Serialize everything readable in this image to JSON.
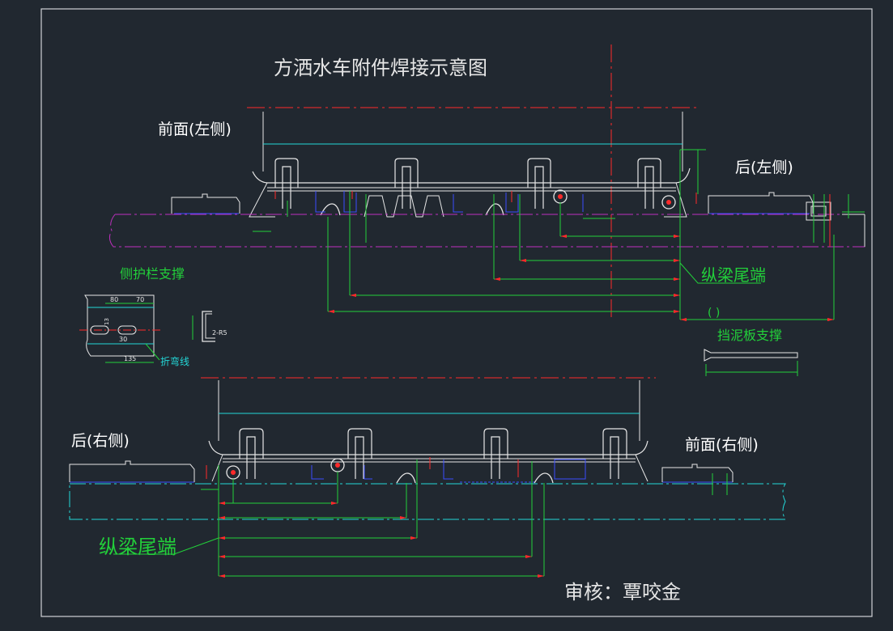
{
  "drawing": {
    "title": "方洒水车附件焊接示意图",
    "reviewer": "审核：覃咬金"
  },
  "labels": {
    "front_left": "前面(左侧)",
    "rear_left": "后(左侧)",
    "rear_right": "后(右侧)",
    "front_right": "前面(右侧)",
    "beam_end_top": "纵梁尾端",
    "beam_end_bottom": "纵梁尾端",
    "side_guard_support": "侧护栏支撑",
    "mudguard_support": "挡泥板支撑",
    "mudguard_paren": "(    )",
    "bend_line": "折弯线"
  },
  "dimensions": {
    "d80": "80",
    "d70": "70",
    "d13": "13",
    "d30": "30",
    "d135": "135",
    "d2r5": "2-R5"
  },
  "colors": {
    "background": "#212830",
    "frame": "#cfd3d6",
    "white_lines": "#e6e6e6",
    "green_dims": "#22d03a",
    "red_arrows": "#ff2a2a",
    "cyan": "#23d7d7",
    "magenta": "#c030c0",
    "blue": "#3b4cff"
  }
}
